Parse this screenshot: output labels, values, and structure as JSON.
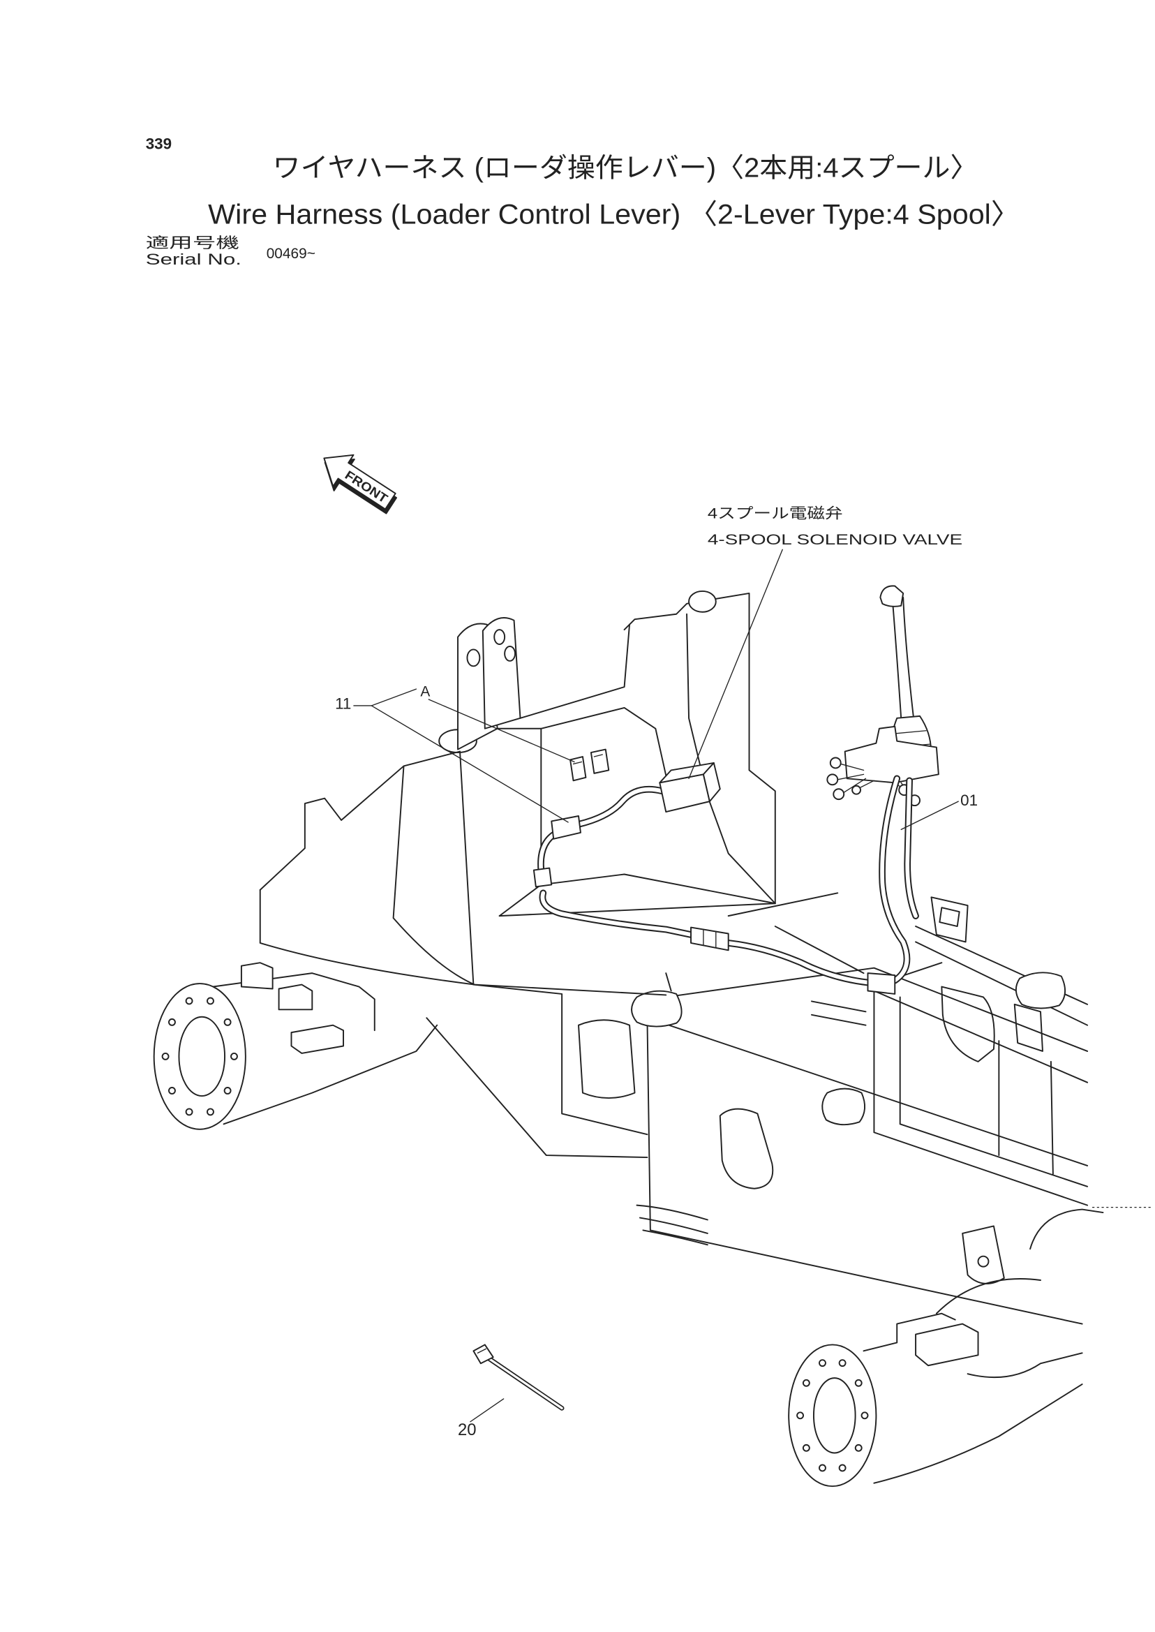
{
  "page": {
    "number": "339"
  },
  "title": {
    "ja": "ワイヤハーネス (ローダ操作レバー)〈2本用:4スプール〉",
    "en": "Wire Harness (Loader Control Lever) 〈2-Lever Type:4 Spool〉"
  },
  "serial": {
    "label_ja": "適用号機",
    "label_en": "Serial No.",
    "value": "00469~"
  },
  "diagram": {
    "front_arrow": "FRONT",
    "callouts": {
      "solenoid_valve_ja": "4スプール電磁弁",
      "solenoid_valve_en": "4-SPOOL SOLENOID VALVE",
      "item_11": "11",
      "item_a": "A",
      "item_01": "01",
      "item_20": "20"
    }
  },
  "colors": {
    "ink": "#222222",
    "paper": "#ffffff"
  }
}
